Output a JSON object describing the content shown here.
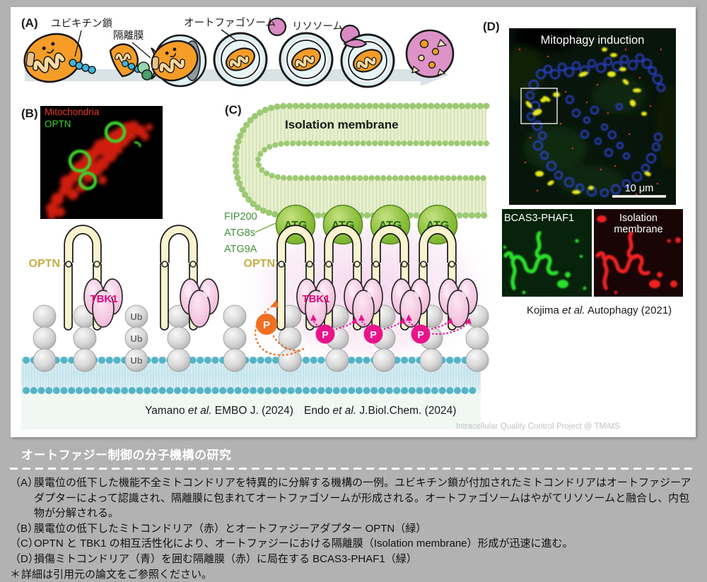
{
  "colors": {
    "background_grey": "#b2b2b2",
    "mitochondria_orange": "#f69d28",
    "isolation_membrane_green": "#e9f0d2",
    "optn_cream": "#faf3cf",
    "tbk1_pink": "#f3bcda",
    "phosphate_magenta": "#e8148c",
    "phosphate_orange": "#f07020",
    "outer_membrane_blue": "#d9edf3",
    "lysosome_pink": "#d88ac2"
  },
  "panel_a": {
    "tag": "(A)",
    "label_ubiquitin_chain": "ユビキチン鎖",
    "label_isolation_membrane": "隔離膜",
    "label_autophagosome": "オートファゴソーム",
    "label_lysosome": "リソソーム"
  },
  "panel_b": {
    "tag": "(B)",
    "legend_mitochondria": "Mitochondria",
    "legend_optn": "OPTN"
  },
  "panel_c": {
    "tag": "(C)",
    "membrane_label": "Isolation membrane",
    "fip200": "FIP200",
    "atg8s": "ATG8s",
    "atg9a": "ATG9A",
    "optn_left": "OPTN",
    "optn": "OPTN",
    "tbk1_left": "TBK1",
    "tbk1": "TBK1",
    "atg": "ATG",
    "ub": "Ub",
    "p": "P",
    "citation1": {
      "pre": "Yamano ",
      "italic": "et al.",
      "post": " EMBO J. (2024)"
    },
    "citation2": {
      "pre": "Endo ",
      "italic": "et al.",
      "post": " J.Biol.Chem. (2024)"
    }
  },
  "panel_d": {
    "tag": "(D)",
    "image_title": "Mitophagy induction",
    "scale_bar": "10 μm",
    "sub_green_label": "BCAS3-PHAF1",
    "sub_red_label_line1": "Isolation",
    "sub_red_label_line2": "membrane",
    "citation": {
      "pre": "Kojima ",
      "italic": "et al.",
      "post": " Autophagy (2021)"
    }
  },
  "watermark": "Intracellular Quality Control Project @ TMiMS",
  "footer": {
    "title": "オートファジー制御の分子機構の研究",
    "captions": [
      {
        "tag": "（A）",
        "text": "膜電位の低下した機能不全ミトコンドリアを特異的に分解する機構の一例。ユビキチン鎖が付加されたミトコンドリアはオートファジーアダプターによって認識され、隔離膜に包まれてオートファゴソームが形成される。オートファゴソームはやがてリソソームと融合し、内包物が分解される。"
      },
      {
        "tag": "（B）",
        "text": "膜電位の低下したミトコンドリア（赤）とオートファジーアダプター OPTN（緑）"
      },
      {
        "tag": "（C）",
        "text": "OPTN と TBK1 の相互活性化により、オートファジーにおける隔離膜（Isolation membrane）形成が迅速に進む。"
      },
      {
        "tag": "（D）",
        "text": "損傷ミトコンドリア（青）を囲む隔離膜（赤）に局在する BCAS3-PHAF1（緑）"
      },
      {
        "tag": "＊",
        "text": "詳細は引用元の論文をご参照ください。"
      }
    ]
  }
}
